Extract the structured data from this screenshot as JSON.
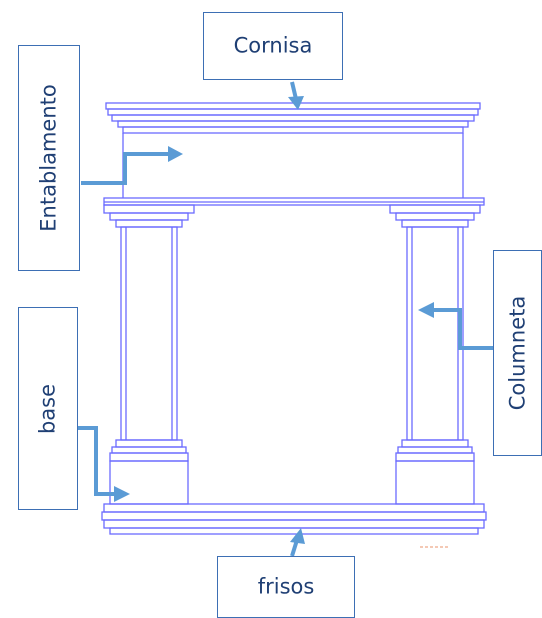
{
  "labels": {
    "cornisa": "Cornisa",
    "entablamento": "Entablamento",
    "columneta": "Columneta",
    "base": "base",
    "frisos": "frisos"
  },
  "colors": {
    "outline": "#6b6bff",
    "arrow": "#5b9bd5",
    "box_border": "#3d6fb4",
    "text": "#1f3f74",
    "stamp": "#f4c9b5"
  }
}
